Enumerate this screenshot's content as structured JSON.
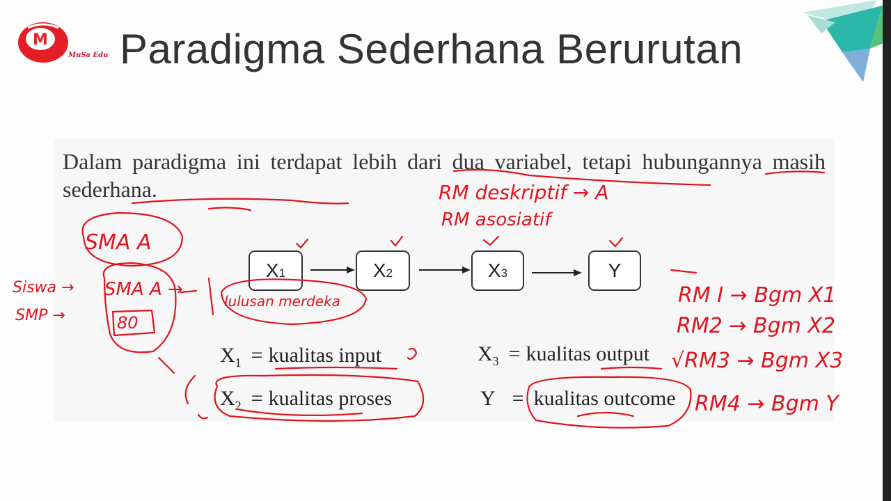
{
  "slide": {
    "title": "Paradigma Sederhana Berurutan",
    "logo_text": "MuSa Edu"
  },
  "description": "Dalam paradigma ini terdapat lebih dari dua variabel, tetapi hubungannya masih sederhana.",
  "diagram": {
    "nodes": [
      {
        "symbol": "X",
        "subscript": "1"
      },
      {
        "symbol": "X",
        "subscript": "2"
      },
      {
        "symbol": "X",
        "subscript": "3"
      },
      {
        "symbol": "Y",
        "subscript": ""
      }
    ]
  },
  "legend": [
    {
      "symbol": "X",
      "subscript": "1",
      "equals": "=",
      "meaning": "kualitas input"
    },
    {
      "symbol": "X",
      "subscript": "2",
      "equals": "=",
      "meaning": "kualitas proses"
    },
    {
      "symbol": "X",
      "subscript": "3",
      "equals": "=",
      "meaning": "kualitas output"
    },
    {
      "symbol": "Y",
      "subscript": "",
      "equals": "=",
      "meaning": "kualitas outcome"
    }
  ],
  "handwritten_notes": [
    "RM deskriptif → A",
    "RM asosiatif",
    "SMA A",
    "Siswa → SMA A → lulusan merdeka",
    "SMP → 80",
    "RM I → Bgm X1",
    "RM2 → Bgm X2",
    "RM3 → Bgm X3",
    "RM4 → Bgm Y"
  ],
  "colors": {
    "ink": "#e0141e",
    "title": "#333333",
    "logo": "#c8102e",
    "deco_teal": "#2bb8a8",
    "deco_blue": "#6a9fd4",
    "deco_green": "#58c27a"
  }
}
